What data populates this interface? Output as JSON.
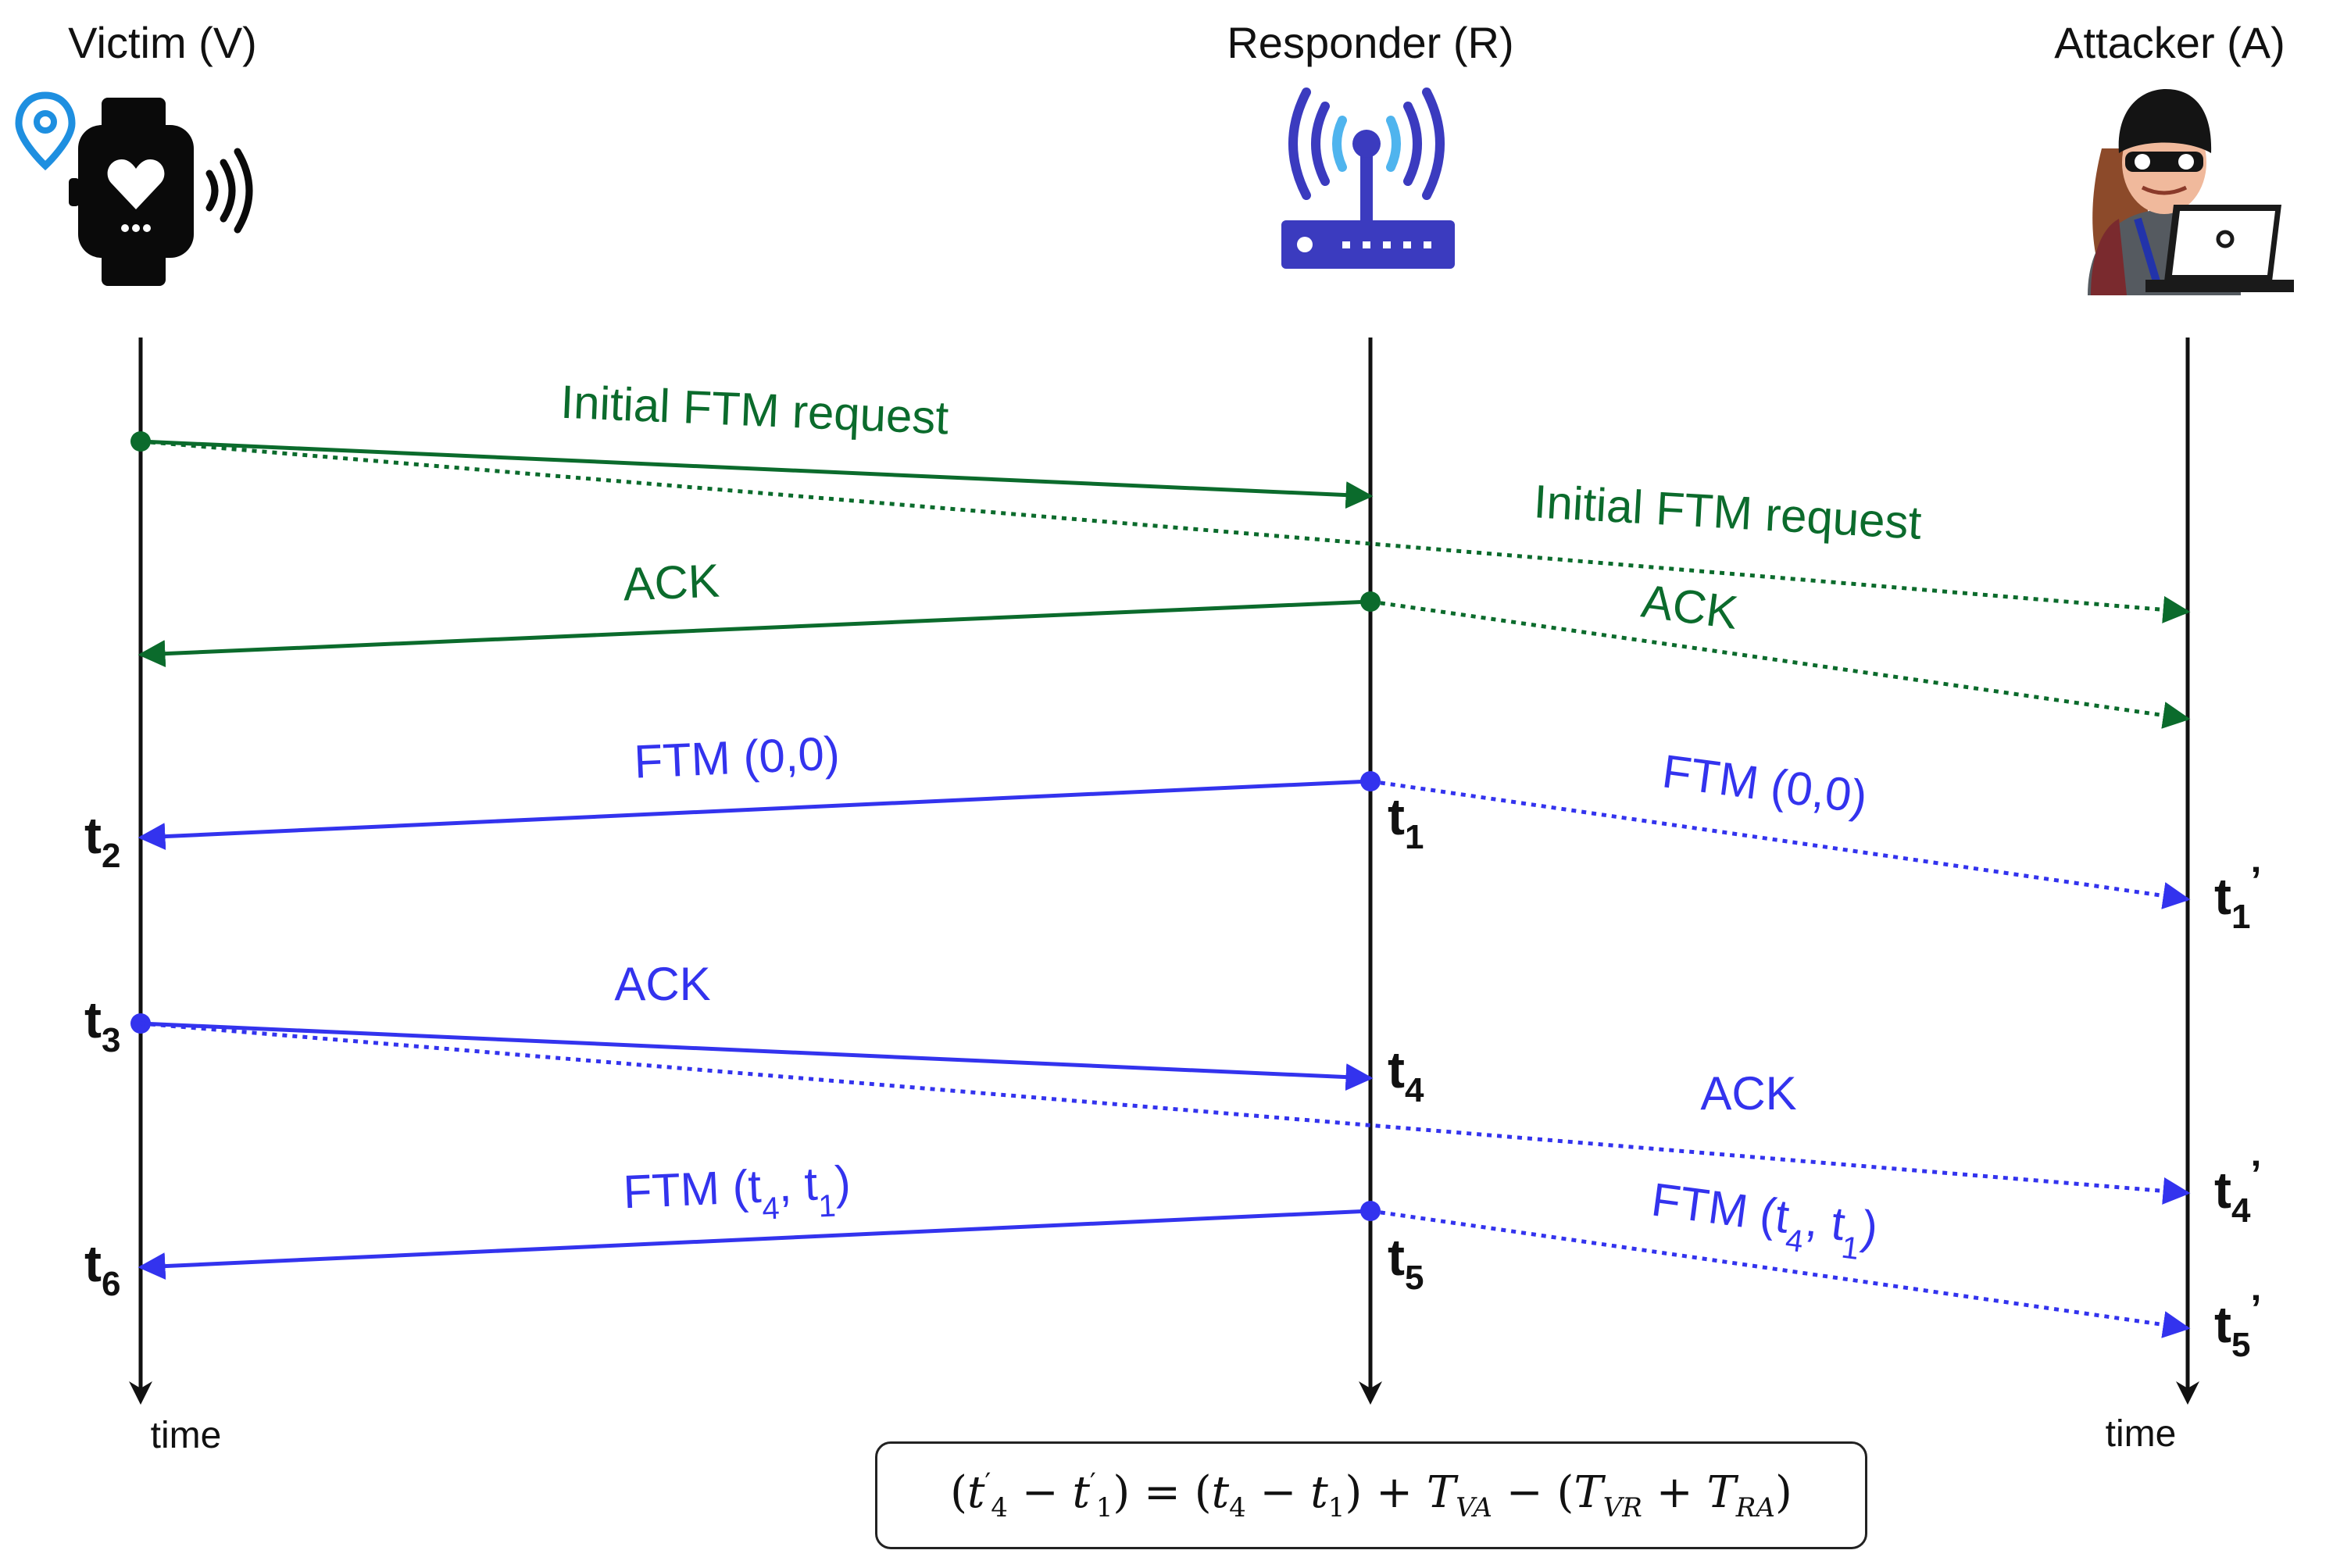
{
  "actors": {
    "victim": {
      "label": "Victim (V)",
      "icon": "smartwatch-icon",
      "extra_icon": "location-pin-icon"
    },
    "responder": {
      "label": "Responder (R)",
      "icon": "wifi-router-icon"
    },
    "attacker": {
      "label": "Attacker (A)",
      "icon": "hacker-laptop-icon"
    }
  },
  "time_labels": {
    "victim": "time",
    "attacker": "time"
  },
  "colors": {
    "green": "#0b6b2c",
    "blue": "#3333ee",
    "black": "#111111"
  },
  "messages": [
    {
      "id": "m1",
      "label": "Initial FTM request",
      "color": "green",
      "style": "solid",
      "from": "Victim",
      "to": "Responder"
    },
    {
      "id": "m2",
      "label": "Initial FTM request",
      "color": "green",
      "style": "dotted",
      "from": "Victim",
      "to": "Attacker"
    },
    {
      "id": "m3",
      "label": "ACK",
      "color": "green",
      "style": "solid",
      "from": "Responder",
      "to": "Victim"
    },
    {
      "id": "m4",
      "label": "ACK",
      "color": "green",
      "style": "dotted",
      "from": "Responder",
      "to": "Attacker"
    },
    {
      "id": "m5",
      "label": "FTM (0,0)",
      "color": "blue",
      "style": "solid",
      "from": "Responder",
      "to": "Victim"
    },
    {
      "id": "m6",
      "label": "FTM (0,0)",
      "color": "blue",
      "style": "dotted",
      "from": "Responder",
      "to": "Attacker"
    },
    {
      "id": "m7",
      "label": "ACK",
      "color": "blue",
      "style": "solid",
      "from": "Victim",
      "to": "Responder"
    },
    {
      "id": "m8",
      "label": "ACK",
      "color": "blue",
      "style": "dotted",
      "from": "Victim",
      "to": "Attacker"
    },
    {
      "id": "m9",
      "label": "FTM (t4, t1)",
      "color": "blue",
      "style": "solid",
      "from": "Responder",
      "to": "Victim"
    },
    {
      "id": "m10",
      "label": "FTM (t4, t1)",
      "color": "blue",
      "style": "dotted",
      "from": "Responder",
      "to": "Attacker"
    }
  ],
  "timestamps": [
    {
      "id": "t1",
      "base": "t",
      "sub": "1",
      "prime": ""
    },
    {
      "id": "t2",
      "base": "t",
      "sub": "2",
      "prime": ""
    },
    {
      "id": "t3",
      "base": "t",
      "sub": "3",
      "prime": ""
    },
    {
      "id": "t4",
      "base": "t",
      "sub": "4",
      "prime": ""
    },
    {
      "id": "t5",
      "base": "t",
      "sub": "5",
      "prime": ""
    },
    {
      "id": "t6",
      "base": "t",
      "sub": "6",
      "prime": ""
    },
    {
      "id": "t1p",
      "base": "t",
      "sub": "1",
      "prime": "’"
    },
    {
      "id": "t4p",
      "base": "t",
      "sub": "4",
      "prime": "’"
    },
    {
      "id": "t5p",
      "base": "t",
      "sub": "5",
      "prime": "’"
    }
  ],
  "formula": {
    "open1": "(",
    "t4p": "t",
    "t4p_sub": "4",
    "t4p_sup": "′",
    "minus1": " − ",
    "t1p": "t",
    "t1p_sub": "1",
    "t1p_sup": "′",
    "close1": ")",
    "equals": " = ",
    "open2": "(",
    "t4": "t",
    "t4_sub": "4",
    "minus2": " − ",
    "t1": "t",
    "t1_sub": "1",
    "close2": ")",
    "plus1": " + ",
    "TVA": "T",
    "TVA_sub": "VA",
    "minus3": " − ",
    "open3": "(",
    "TVR": "T",
    "TVR_sub": "VR",
    "plus2": " + ",
    "TRA": "T",
    "TRA_sub": "RA",
    "close3": ")"
  }
}
